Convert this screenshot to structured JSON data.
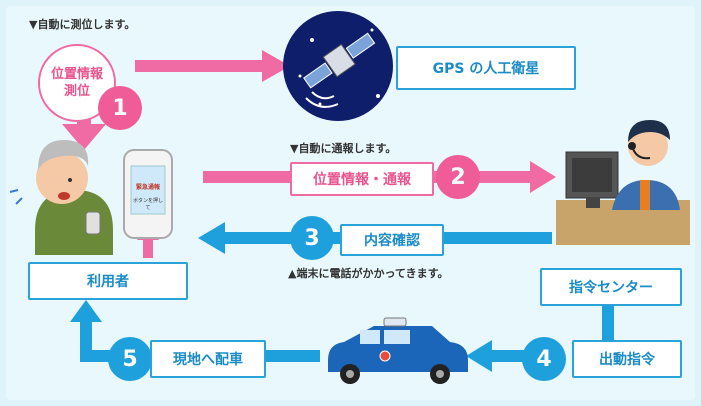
{
  "notes": {
    "auto_position": "▼自動に測位します。",
    "auto_report": "▼自動に通報します。",
    "call_terminal": "▲端末に電話がかかってきます。"
  },
  "labels": {
    "position_measure_line1": "位置情報",
    "position_measure_line2": "測位",
    "gps": "GPS の人工衛星",
    "report": "位置情報・通報",
    "confirm": "内容確認",
    "user": "利用者",
    "command_center": "指令センター",
    "dispatch": "出動指令",
    "to_site": "現地へ配車"
  },
  "steps": [
    "1",
    "2",
    "3",
    "4",
    "5"
  ],
  "phone_screen": {
    "title": "緊急通報",
    "sub": "ボタンを押して"
  },
  "colors": {
    "pink": "#f06aa4",
    "blue": "#2aa3d9"
  }
}
